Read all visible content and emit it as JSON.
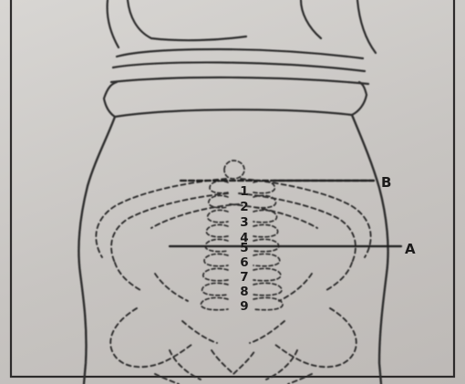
{
  "page": {
    "background_color": "#cbc8c5",
    "text_color": "#4b4a49",
    "frame_color": "#2d2b2b"
  },
  "figure": {
    "vertebra_labels": [
      "1",
      "2",
      "3",
      "4",
      "5",
      "6",
      "7",
      "8",
      "9"
    ],
    "marker_labels": {
      "upper": "B",
      "lower": "A"
    }
  }
}
